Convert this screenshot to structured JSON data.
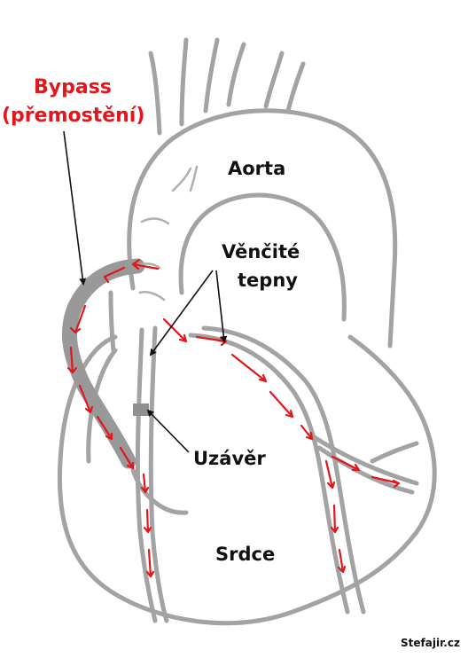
{
  "labels": {
    "bypass_line1": "Bypass",
    "bypass_line2": "(přemostění)",
    "aorta": "Aorta",
    "coronary_line1": "Věnčité",
    "coronary_line2": "tepny",
    "occlusion": "Uzávěr",
    "heart": "Srdce",
    "credit": "Stefajir.cz"
  },
  "colors": {
    "vessel": "#a3a3a3",
    "graft": "#999999",
    "flow_arrow": "#e3161b",
    "bypass_label": "#e3161b",
    "label": "#111111"
  }
}
